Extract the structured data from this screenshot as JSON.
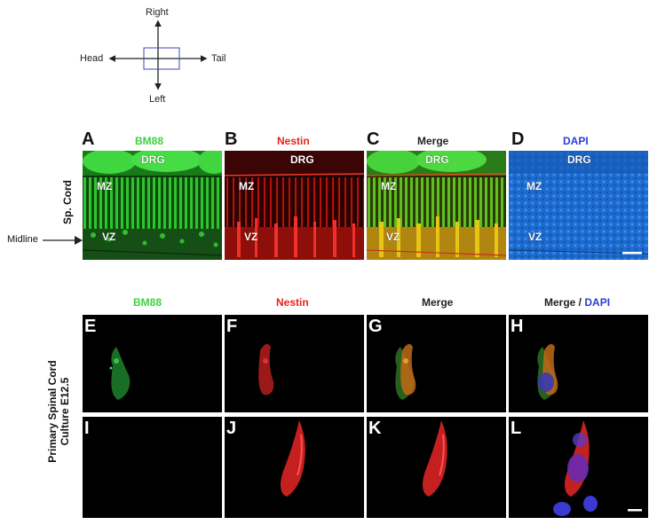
{
  "orientation": {
    "right": "Right",
    "left": "Left",
    "head": "Head",
    "tail": "Tail"
  },
  "top_row": {
    "side_label": "Sp. Cord",
    "midline_label": "Midline",
    "panels": [
      {
        "letter": "A",
        "header": "BM88",
        "header_color": "#3fd13f"
      },
      {
        "letter": "B",
        "header": "Nestin",
        "header_color": "#e8231c"
      },
      {
        "letter": "C",
        "header": "Merge",
        "header_color": "#222222"
      },
      {
        "letter": "D",
        "header": "DAPI",
        "header_color": "#2a3fd0"
      }
    ],
    "region_labels": {
      "drg": "DRG",
      "mz": "MZ",
      "vz": "VZ"
    }
  },
  "bottom": {
    "side_label_line1": "Primary Spinal Cord",
    "side_label_line2": "Culture E12.5",
    "headers": [
      {
        "text": "BM88",
        "color": "#3fd13f"
      },
      {
        "text": "Nestin",
        "color": "#e8231c"
      },
      {
        "text": "Merge",
        "color": "#222222"
      }
    ],
    "header4_merge": "Merge",
    "header4_sep": " / ",
    "header4_dapi": "DAPI",
    "row1_letters": [
      "E",
      "F",
      "G",
      "H"
    ],
    "row2_letters": [
      "I",
      "J",
      "K",
      "L"
    ]
  },
  "colors": {
    "green_stain": "#2bd12b",
    "red_stain": "#e8231c",
    "blue_stain": "#1f6fd6",
    "merge_yellow": "#d8b814"
  }
}
